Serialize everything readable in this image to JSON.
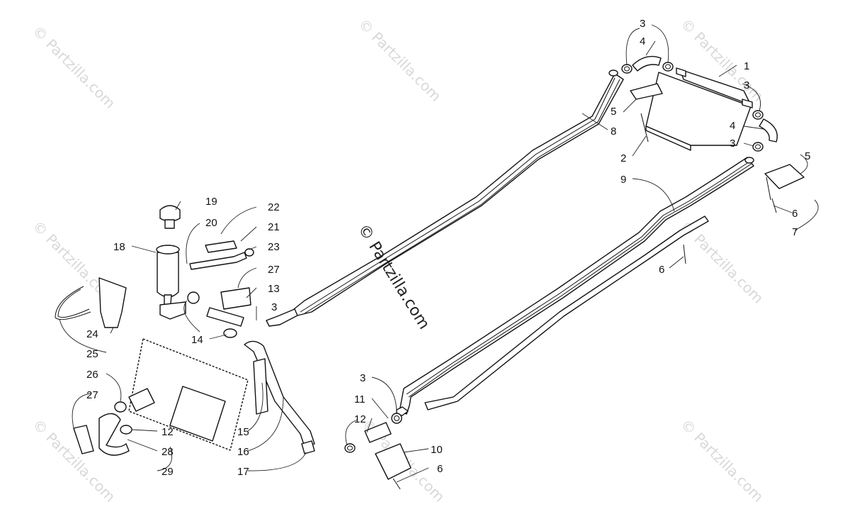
{
  "watermark": {
    "text": "© Partzilla.com",
    "center_text": "© Partzilla.com"
  },
  "callouts": {
    "c1": "1",
    "c2": "2",
    "c3a": "3",
    "c3b": "3",
    "c3c": "3",
    "c3d": "3",
    "c3e": "3",
    "c4a": "4",
    "c4b": "4",
    "c5a": "5",
    "c5b": "5",
    "c6a": "6",
    "c6b": "6",
    "c6c": "6",
    "c7": "7",
    "c8": "8",
    "c9": "9",
    "c10": "10",
    "c11": "11",
    "c12a": "12",
    "c12b": "12",
    "c13": "13",
    "c14": "14",
    "c15": "15",
    "c16": "16",
    "c17": "17",
    "c18": "18",
    "c19": "19",
    "c20": "20",
    "c21": "21",
    "c22": "22",
    "c23": "23",
    "c24": "24",
    "c25": "25",
    "c26": "26",
    "c27a": "27",
    "c27b": "27",
    "c28": "28",
    "c29": "29"
  }
}
